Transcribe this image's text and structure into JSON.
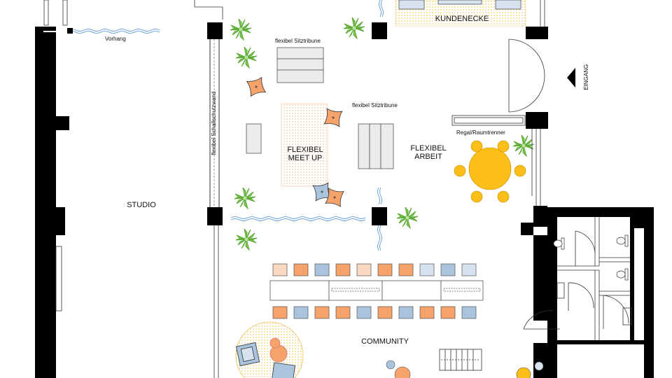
{
  "labels": {
    "vorhang": "Vorhang",
    "sitztribune_top": "flexibel Sitztribune",
    "sitztribune_mid": "flexibel Sitztribune",
    "schallschutzwand": "flexibel Schallschutzwand",
    "flexibel_meetup": "FLEXIBEL\nMEET UP",
    "flexibel_arbeit": "FLEXIBEL\nARBEIT",
    "regal": "Regal/Raumtrenner",
    "kundenecke": "KUNDENECKE",
    "eingang": "EINGANG",
    "studio": "STUDIO",
    "community": "COMMUNITY"
  },
  "colors": {
    "wall": "#000000",
    "orange": "#f5a26b",
    "orange_light": "#fbd8c0",
    "blue": "#a9c4dc",
    "blue_light": "#d6e3ef",
    "yellow": "#fbbf17",
    "yellow_light": "#fde9a8",
    "mint": "#a7d6c8",
    "green": "#6cc04a",
    "curtain": "#4a8fd0",
    "dotted_area": "#f9d9b8"
  },
  "icons": [
    "plant-icon",
    "cushion-icon",
    "toilet-icon",
    "door-swing-icon",
    "entrance-arrow-icon",
    "lounge-chair-icon",
    "round-table-icon"
  ]
}
